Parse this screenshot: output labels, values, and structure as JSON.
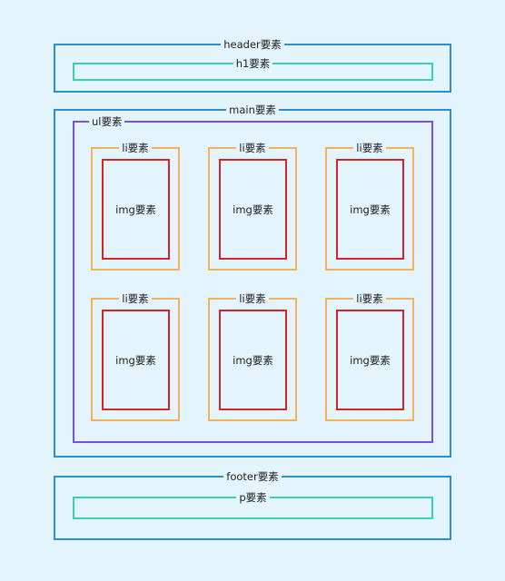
{
  "header": {
    "label": "header要素",
    "h1_label": "h1要素"
  },
  "main": {
    "label": "main要素",
    "ul_label": "ul要素",
    "items": [
      {
        "li_label": "li要素",
        "img_label": "img要素"
      },
      {
        "li_label": "li要素",
        "img_label": "img要素"
      },
      {
        "li_label": "li要素",
        "img_label": "img要素"
      },
      {
        "li_label": "li要素",
        "img_label": "img要素"
      },
      {
        "li_label": "li要素",
        "img_label": "img要素"
      },
      {
        "li_label": "li要素",
        "img_label": "img要素"
      }
    ]
  },
  "footer": {
    "label": "footer要素",
    "p_label": "p要素"
  }
}
